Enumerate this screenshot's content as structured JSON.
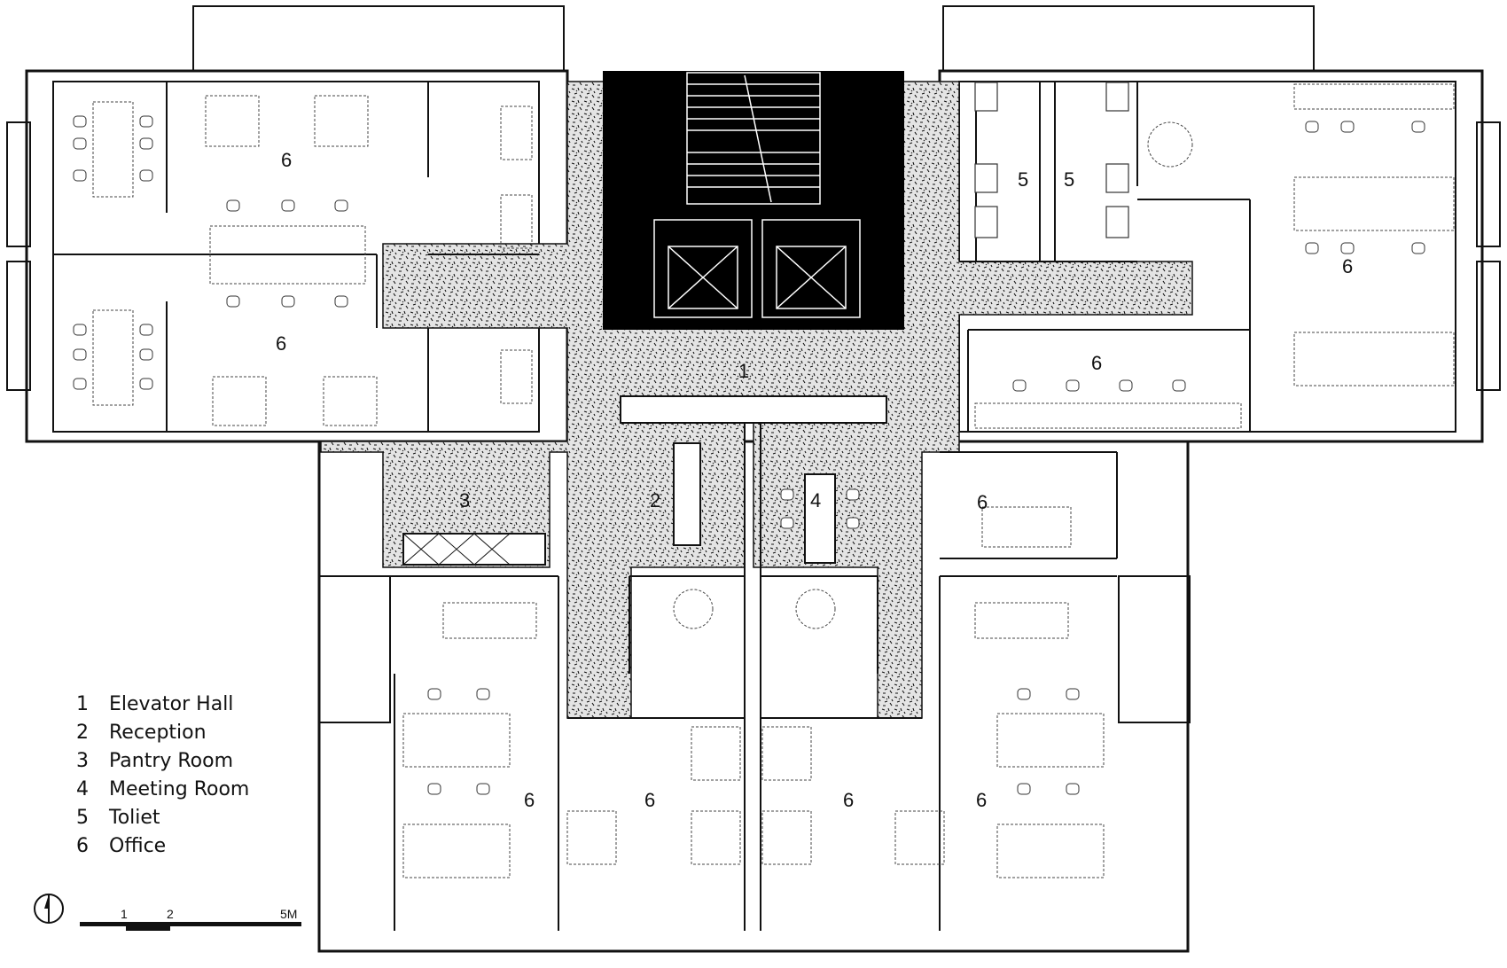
{
  "legend": [
    {
      "num": "1",
      "label": "Elevator Hall"
    },
    {
      "num": "2",
      "label": "Reception"
    },
    {
      "num": "3",
      "label": "Pantry Room"
    },
    {
      "num": "4",
      "label": "Meeting Room"
    },
    {
      "num": "5",
      "label": "Toliet"
    },
    {
      "num": "6",
      "label": "Office"
    }
  ],
  "room_labels": {
    "elevator_hall": "1",
    "reception": "2",
    "pantry": "3",
    "meeting": "4",
    "toilet_a": "5",
    "toilet_b": "5",
    "office": "6"
  },
  "scale_bar": {
    "tick_1": "1",
    "tick_2": "2",
    "tick_5": "5M"
  },
  "icons": [
    "north-arrow-icon",
    "stair-icon",
    "elevator-icon"
  ],
  "colors": {
    "core_fill": "#000000",
    "line": "#111111",
    "hatch_bg": "#d9d9d9"
  }
}
